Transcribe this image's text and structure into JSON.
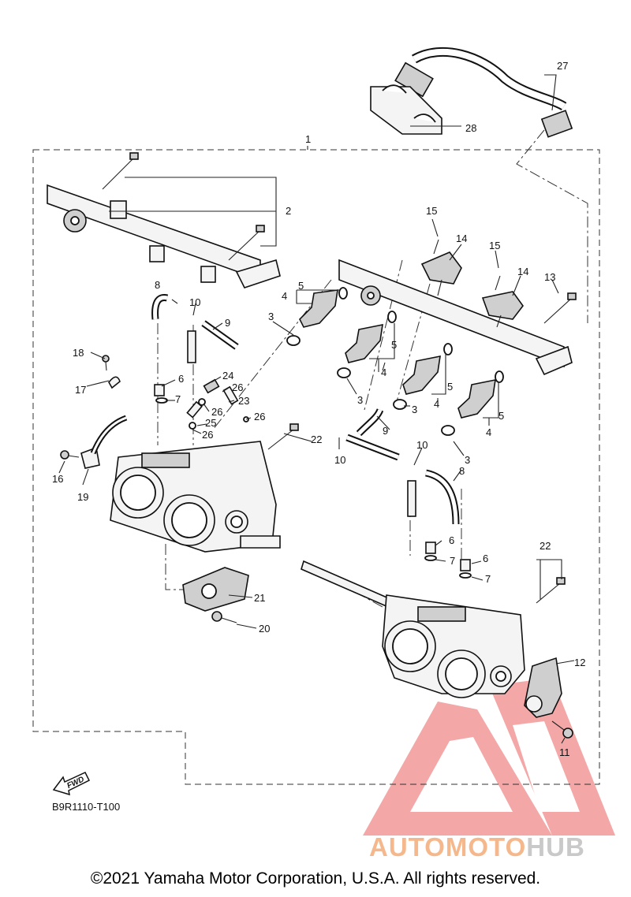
{
  "diagram": {
    "reference_code": "B9R1110-T100",
    "fwd_label": "FWD",
    "callouts": [
      "1",
      "2",
      "3",
      "3",
      "3",
      "3",
      "4",
      "4",
      "4",
      "4",
      "5",
      "5",
      "5",
      "5",
      "6",
      "6",
      "6",
      "7",
      "7",
      "7",
      "8",
      "8",
      "9",
      "9",
      "10",
      "10",
      "10",
      "11",
      "12",
      "13",
      "14",
      "14",
      "15",
      "15",
      "16",
      "17",
      "18",
      "19",
      "20",
      "21",
      "22",
      "22",
      "23",
      "24",
      "25",
      "26",
      "26",
      "26",
      "26",
      "27",
      "28"
    ]
  },
  "watermark": {
    "brand_part1": "AUTOMOTO",
    "brand_part2": "HUB",
    "colors": {
      "orange": "#f5b88c",
      "gray": "#c9c9c9",
      "logo_red": "#f08a8a"
    }
  },
  "footer": {
    "copyright": "©2021 Yamaha Motor Corporation, U.S.A. All rights reserved."
  }
}
